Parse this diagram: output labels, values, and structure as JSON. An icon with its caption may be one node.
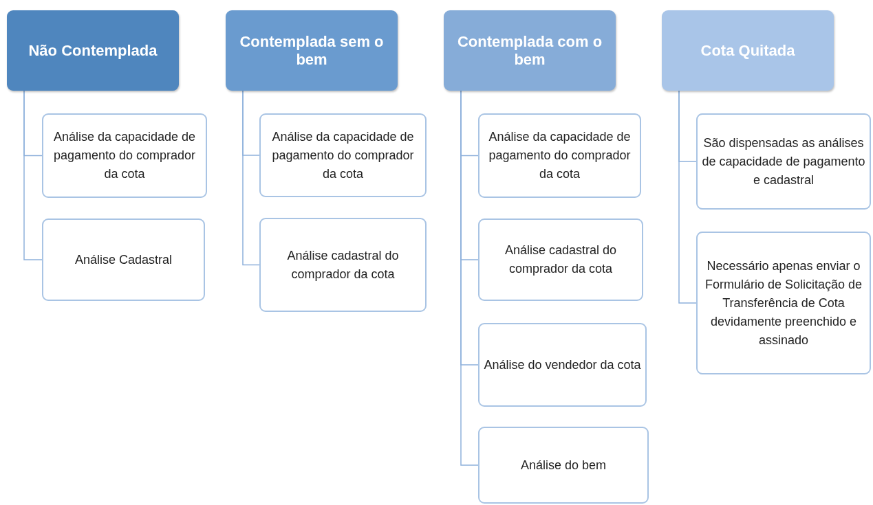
{
  "diagram": {
    "nodes": [
      {
        "text": [
          "Não Contemplada"
        ]
      },
      {
        "text": [
          "Análise da capacidade de pagamento do comprador da cota"
        ]
      },
      {
        "text": [
          "Análise Cadastral"
        ]
      },
      {
        "text": [
          "Contemplada sem o bem"
        ]
      },
      {
        "text": [
          "Análise da capacidade de pagamento do comprador da cota"
        ]
      },
      {
        "text": [
          "Análise cadastral do comprador da cota"
        ]
      },
      {
        "text": [
          "Contemplada com o bem"
        ]
      },
      {
        "text": [
          "Análise da capacidade de pagamento do comprador da cota"
        ]
      },
      {
        "text": [
          "Análise cadastral do comprador da cota"
        ]
      },
      {
        "text": [
          "Análise do vendedor da cota"
        ]
      },
      {
        "text": [
          "Análise do bem"
        ]
      },
      {
        "text": [
          "Cota Quitada"
        ]
      },
      {
        "text": [
          "São dispensadas as análises de capacidade de pagamento e cadastral"
        ]
      },
      {
        "text": [
          "Necessário apenas enviar o Formulário de Solicitação de Transferência de Cota devidamente preenchido e assinado"
        ]
      }
    ],
    "edges": [
      {
        "from": 0,
        "to": 1,
        "arrow": "none"
      },
      {
        "from": 0,
        "to": 2,
        "arrow": "none"
      },
      {
        "from": 3,
        "to": 4,
        "arrow": "none"
      },
      {
        "from": 3,
        "to": 5,
        "arrow": "none"
      },
      {
        "from": 6,
        "to": 7,
        "arrow": "none"
      },
      {
        "from": 6,
        "to": 8,
        "arrow": "none"
      },
      {
        "from": 6,
        "to": 9,
        "arrow": "none"
      },
      {
        "from": 6,
        "to": 10,
        "arrow": "none"
      },
      {
        "from": 11,
        "to": 12,
        "arrow": "none"
      },
      {
        "from": 11,
        "to": 13,
        "arrow": "none"
      }
    ]
  }
}
